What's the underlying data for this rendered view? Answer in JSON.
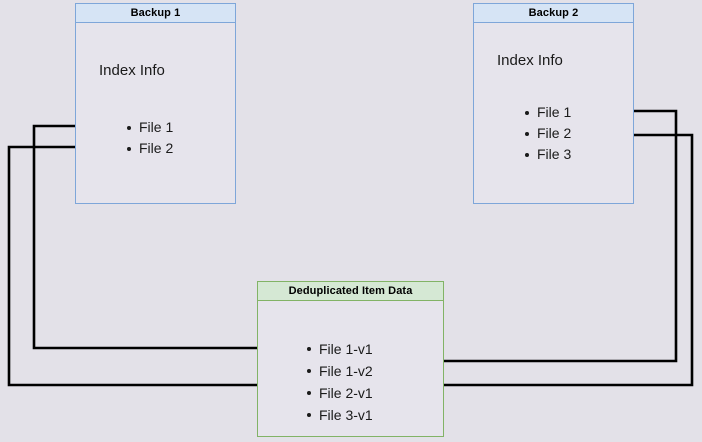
{
  "diagram": {
    "type": "deduplication-flow-diagram",
    "background_color": "#e3e1e8",
    "boxes": [
      {
        "id": "backup1",
        "title": "Backup 1",
        "section_label": "Index Info",
        "border_color": "#7ea6d9",
        "header_color": "#d6e4f5",
        "items": [
          "File 1",
          "File 2"
        ]
      },
      {
        "id": "backup2",
        "title": "Backup 2",
        "section_label": "Index Info",
        "border_color": "#7ea6d9",
        "header_color": "#d6e4f5",
        "items": [
          "File 1",
          "File 2",
          "File 3"
        ]
      },
      {
        "id": "dedup",
        "title": "Deduplicated Item Data",
        "border_color": "#82b366",
        "header_color": "#d5e8d4",
        "items": [
          "File 1-v1",
          "File 1-v2",
          "File 2-v1",
          "File 3-v1"
        ]
      }
    ],
    "connectors": [
      {
        "from": "backup1.File 1",
        "to": "dedup.File 1-v1",
        "direction": "left-route"
      },
      {
        "from": "backup1.File 2",
        "to": "dedup.File 2-v1",
        "direction": "left-route"
      },
      {
        "from": "backup2.File 1",
        "to": "dedup.File 1-v2",
        "direction": "right-route"
      },
      {
        "from": "backup2.File 2",
        "to": "dedup.File 2-v1",
        "direction": "right-route"
      }
    ],
    "line_color": "#000000"
  }
}
